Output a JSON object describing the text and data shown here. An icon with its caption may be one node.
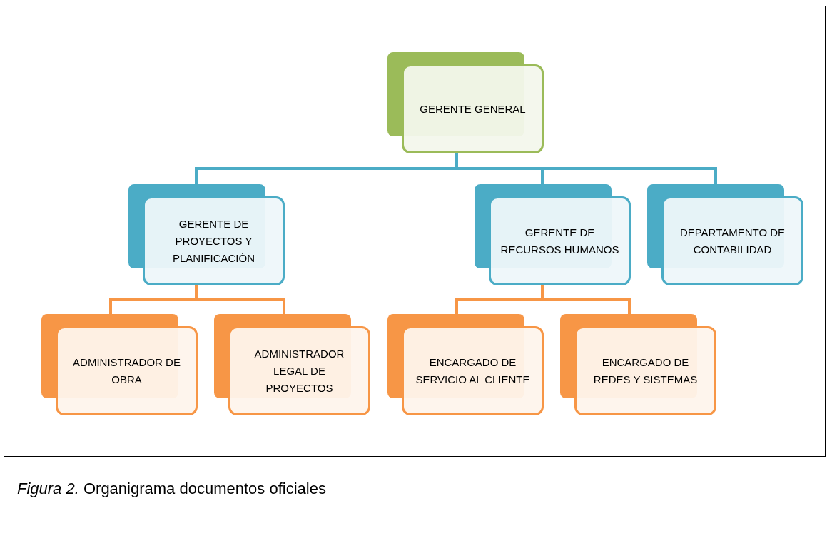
{
  "diagram": {
    "caption": "*Figura 2.* Organigrama documentos oficiales",
    "nodes": [
      {
        "text": [
          "GERENTE GENERAL"
        ]
      },
      {
        "text": [
          "GERENTE DE PROYECTOS Y PLANIFICACIÓN"
        ]
      },
      {
        "text": [
          "GERENTE DE RECURSOS HUMANOS"
        ]
      },
      {
        "text": [
          "DEPARTAMENTO DE CONTABILIDAD"
        ]
      },
      {
        "text": [
          "ADMINISTRADOR DE OBRA"
        ]
      },
      {
        "text": [
          "ADMINISTRADOR LEGAL DE PROYECTOS"
        ]
      },
      {
        "text": [
          "ENCARGADO DE SERVICIO AL CLIENTE"
        ]
      },
      {
        "text": [
          "ENCARGADO DE REDES Y SISTEMAS"
        ]
      }
    ],
    "edges": [
      {
        "from": 0,
        "to": 1,
        "arrow": "none",
        "color": "#4bacc6"
      },
      {
        "from": 0,
        "to": 2,
        "arrow": "none",
        "color": "#4bacc6"
      },
      {
        "from": 0,
        "to": 3,
        "arrow": "none",
        "color": "#4bacc6"
      },
      {
        "from": 1,
        "to": 4,
        "arrow": "none"
      },
      {
        "from": 1,
        "to": 5,
        "arrow": "none"
      },
      {
        "from": 2,
        "to": 6,
        "arrow": "none"
      },
      {
        "from": 2,
        "to": 7,
        "arrow": "none"
      }
    ]
  }
}
